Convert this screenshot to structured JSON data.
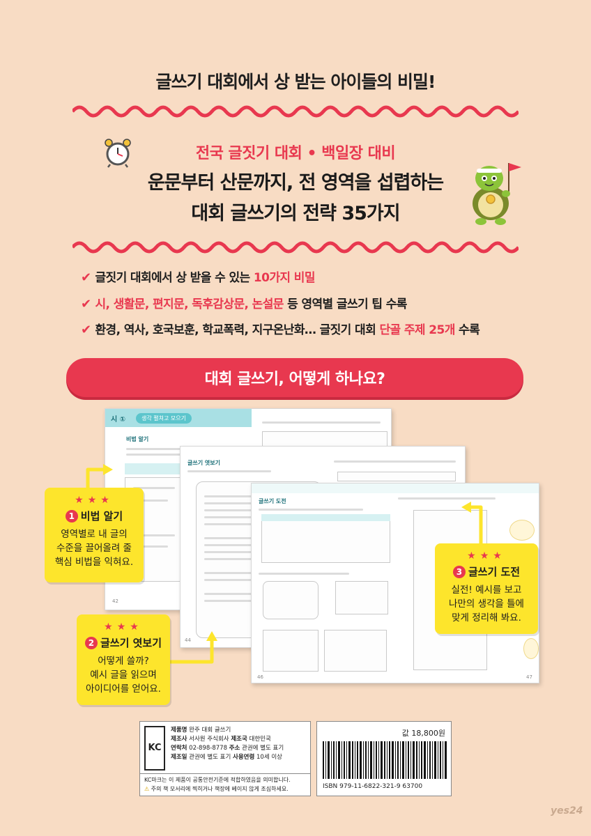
{
  "top_title": "글쓰기 대회에서 상 받는 아이들의 비밀!",
  "subtitle": "전국 글짓기 대회 • 백일장 대비",
  "headline_1": "운문부터 산문까지, 전 영역을 섭렵하는",
  "headline_2": "대회 글쓰기의 전략 35가지",
  "checklist": [
    {
      "pre": "글짓기 대회에서 상 받을 수 있는 ",
      "hl": "10가지 비밀",
      "post": ""
    },
    {
      "pre": "",
      "hl": "시, 생활문, 편지문, 독후감상문, 논설문",
      "post": " 등 영역별 글쓰기 팁 수록"
    },
    {
      "pre": "환경, 역사, 호국보훈, 학교폭력, 지구온난화… 글짓기 대회 ",
      "hl": "단골 주제 25개",
      "post": " 수록"
    }
  ],
  "section_title": "대회 글쓰기, 어떻게 하나요?",
  "steps": [
    {
      "num": "1",
      "title": "비법 알기",
      "lines": [
        "영역별로 내 글의",
        "수준을 끌어올려 줄",
        "핵심 비법을 익혀요."
      ]
    },
    {
      "num": "2",
      "title": "글쓰기 엿보기",
      "lines": [
        "어떻게 쓸까?",
        "예시 글을 읽으며",
        "아이디어를 얻어요."
      ]
    },
    {
      "num": "3",
      "title": "글쓰기 도전",
      "lines": [
        "실전! 예시를 보고",
        "나만의 생각을 틀에",
        "맞게 정리해 봐요."
      ]
    }
  ],
  "stars": "★★★",
  "page_samples": {
    "p1_tab": "시 ①",
    "p1_header": "생각 펼쳐고 모으기",
    "p1_badge": "비법 알기",
    "p1_pageno": "42",
    "p2_badge": "글쓰기 엿보기",
    "p2_pageno": "44",
    "p3_badge": "글쓰기 도전",
    "p3_pageno_left": "46",
    "p3_pageno_right": "47"
  },
  "product": {
    "kc_mark": "KC",
    "name_label": "제품명",
    "name": "완주 대회 글쓰기",
    "maker_label": "제조사",
    "maker": "서사원 주식회사",
    "country_label": "제조국",
    "country": "대한민국",
    "contact_label": "연락처",
    "contact": "02-898-8778",
    "address_label": "주소",
    "address": "관권에 별도 표기",
    "date_label": "제조일",
    "date": "관권에 별도 표기",
    "age_label": "사용연령",
    "age": "10세 이상",
    "kc_note": "KC마크는 이 제품이 공통안전기준에 적합하였음을 의미합니다.",
    "warning_label": "주의",
    "warning": "책 모서리에 찍히거나 책장에 베이지 않게 조심하세요.",
    "price": "값 18,800원",
    "isbn": "ISBN 979-11-6822-321-9 63700"
  },
  "watermark": "yes24",
  "colors": {
    "accent": "#e8384f",
    "background": "#f8dcc4",
    "note_yellow": "#fde52c",
    "teal": "#a9e0e4"
  }
}
